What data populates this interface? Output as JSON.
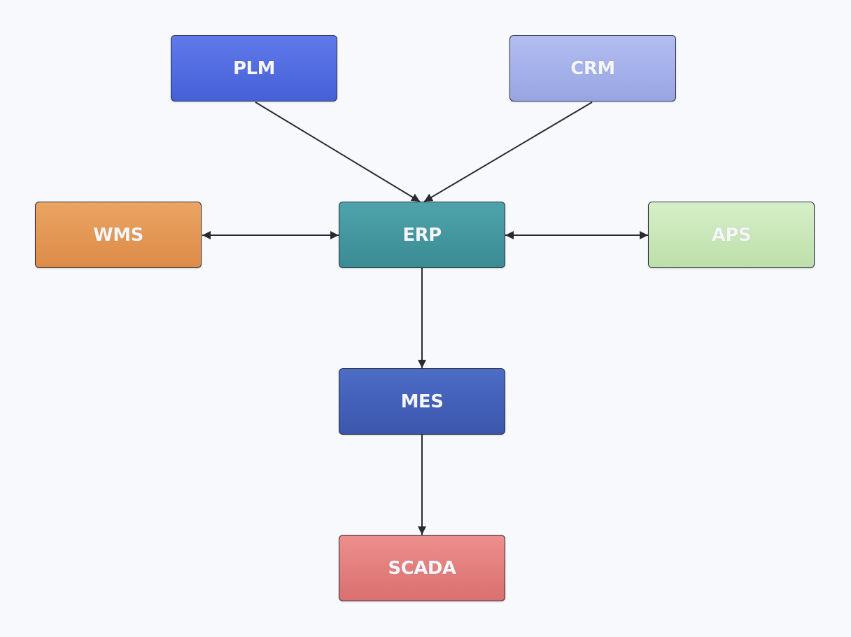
{
  "diagram": {
    "title": "",
    "nodes": [
      {
        "id": "plm",
        "label": "PLM",
        "color_top": "#6079ea",
        "color_bottom": "#4660d8"
      },
      {
        "id": "crm",
        "label": "CRM",
        "color_top": "#b2bdf0",
        "color_bottom": "#98a5e3"
      },
      {
        "id": "wms",
        "label": "WMS",
        "color_top": "#eba463",
        "color_bottom": "#dc8c47"
      },
      {
        "id": "erp",
        "label": "ERP",
        "color_top": "#4ea3ab",
        "color_bottom": "#3b8c94"
      },
      {
        "id": "aps",
        "label": "APS",
        "color_top": "#d6efc9",
        "color_bottom": "#bddfa9"
      },
      {
        "id": "mes",
        "label": "MES",
        "color_top": "#4c6cc6",
        "color_bottom": "#3c56ad"
      },
      {
        "id": "scada",
        "label": "SCADA",
        "color_top": "#ec8f8c",
        "color_bottom": "#d9706f"
      }
    ],
    "edges": [
      {
        "from": "plm",
        "to": "erp",
        "direction": "forward"
      },
      {
        "from": "crm",
        "to": "erp",
        "direction": "forward"
      },
      {
        "from": "wms",
        "to": "erp",
        "direction": "both"
      },
      {
        "from": "erp",
        "to": "aps",
        "direction": "both"
      },
      {
        "from": "erp",
        "to": "mes",
        "direction": "forward"
      },
      {
        "from": "mes",
        "to": "scada",
        "direction": "forward"
      }
    ],
    "edge_color": "#2a2a33"
  }
}
